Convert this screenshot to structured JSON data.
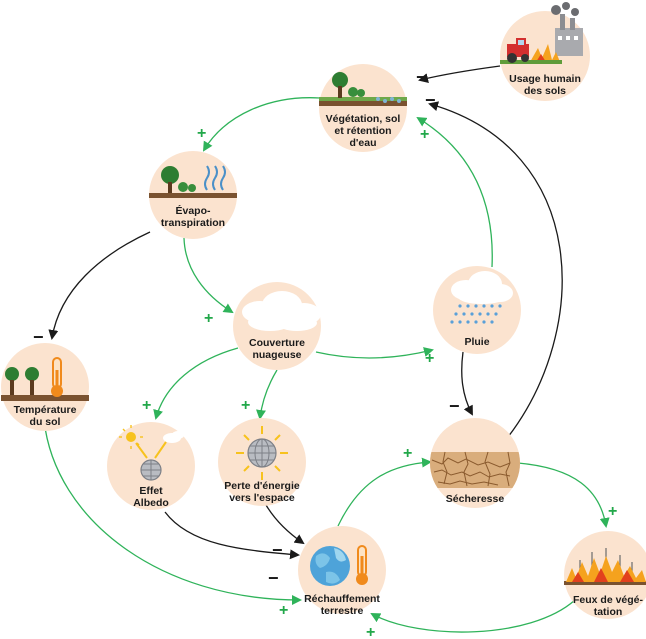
{
  "colors": {
    "node_fill": "#fbe3cf",
    "green_arrow": "#2fb35a",
    "black_arrow": "#1a1a1a",
    "plus_sign": "#22a84a",
    "soil": "#7a5230",
    "tree": "#2e7d32",
    "thermo": "#f08a1c"
  },
  "nodes": {
    "usage": {
      "line1": "Usage humain",
      "line2": "des sols",
      "icon": "tractor-factory-fire-icon"
    },
    "vegetation": {
      "line1": "Végétation, sol",
      "line2": "et rétention",
      "line3": "d'eau",
      "icon": "trees-soil-water-icon"
    },
    "evapo": {
      "line1": "Évapo-",
      "line2": "transpiration",
      "icon": "trees-evaporation-icon"
    },
    "couverture": {
      "line1": "Couverture",
      "line2": "nuageuse",
      "icon": "clouds-icon"
    },
    "pluie": {
      "line1": "Pluie",
      "icon": "rain-cloud-icon"
    },
    "temperature": {
      "line1": "Température",
      "line2": "du sol",
      "icon": "trees-thermometer-icon"
    },
    "albedo": {
      "line1": "Effet",
      "line2": "Albedo",
      "icon": "sun-globe-icon"
    },
    "perte": {
      "line1": "Perte d'énergie",
      "line2": "vers l'espace",
      "icon": "radiating-globe-icon"
    },
    "secheresse": {
      "line1": "Sécheresse",
      "icon": "cracked-earth-icon"
    },
    "rechauffement": {
      "line1": "Réchauffement",
      "line2": "terrestre",
      "icon": "hot-globe-thermometer-icon"
    },
    "feux": {
      "line1": "Feux de végé-",
      "line2": "tation",
      "icon": "forest-fire-icon"
    }
  },
  "signs": {
    "usage_to_vegetation": "−",
    "secheresse_to_vegetation": "−",
    "vegetation_to_evapo": "+",
    "pluie_to_vegetation": "+",
    "evapo_to_couverture": "+",
    "evapo_to_temperature": "−",
    "couverture_to_pluie": "+",
    "couverture_to_albedo": "+",
    "couverture_to_perte": "+",
    "pluie_to_secheresse": "−",
    "albedo_to_rechauffement": "−",
    "perte_to_rechauffement": "−",
    "temperature_to_rechauffement": "+",
    "rechauffement_to_secheresse": "+",
    "secheresse_to_feux": "+",
    "feux_to_rechauffement": "+"
  }
}
